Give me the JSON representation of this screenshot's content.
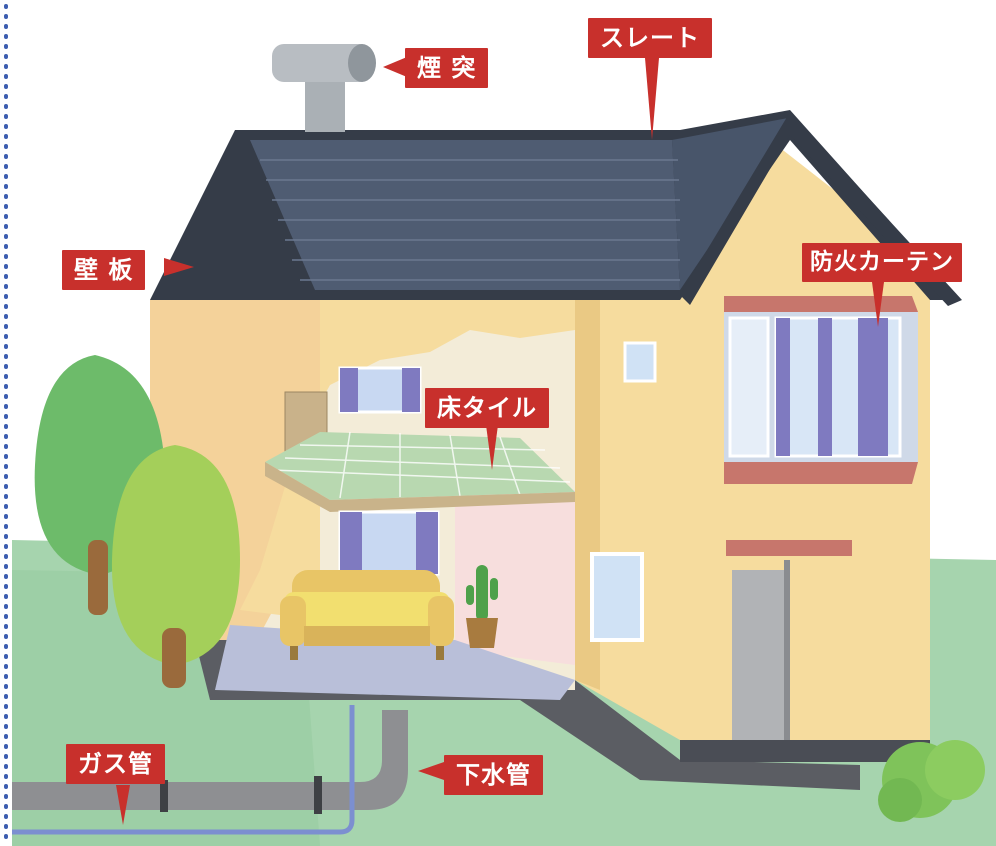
{
  "colors": {
    "label_red": "#c8302c",
    "wall": "#f6dc9e",
    "roof": "#4d5a6e",
    "grass": "#9fd0a8",
    "tree_dark": "#6dbb6a",
    "tree_light": "#a4cf5a",
    "pipe_gray": "#8e8f92",
    "pipe_blue": "#7c8fd0",
    "dotted_border": "#3c5db0"
  },
  "labels": {
    "chimney": "煙 突",
    "slate": "スレート",
    "wall_board": "壁 板",
    "fire_curtain": "防火カーテン",
    "floor_tile": "床タイル",
    "gas_pipe": "ガス管",
    "sewer_pipe": "下水管"
  },
  "icons": {
    "chimney": "chimney-icon",
    "house": "house-icon",
    "tree": "tree-icon",
    "sofa": "sofa-icon",
    "cactus": "cactus-icon"
  }
}
